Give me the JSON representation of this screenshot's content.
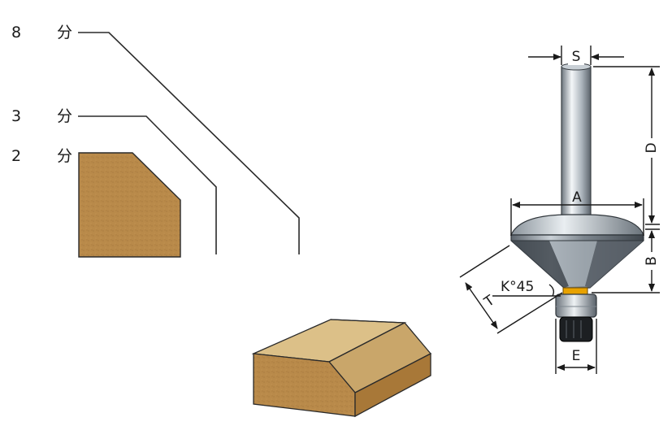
{
  "profile_sizes": [
    {
      "number": "8",
      "unit": "分"
    },
    {
      "number": "3",
      "unit": "分"
    },
    {
      "number": "2",
      "unit": "分"
    }
  ],
  "dimensions": {
    "shank": "S",
    "length": "D",
    "diameter": "A",
    "height": "B",
    "angle": "K°45",
    "bearing": "E",
    "chamfer": "T"
  },
  "colors": {
    "wood_face": "#b98a4a",
    "wood_top": "#dcc088",
    "wood_side": "#a87838",
    "steel_light": "#dfe5ea",
    "steel_dark": "#4b535b",
    "bearing_ring": "#e8a200"
  }
}
